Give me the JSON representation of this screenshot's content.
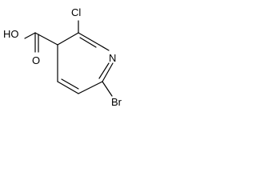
{
  "structure": {
    "atoms": {
      "hydroxyl": "HO",
      "carbonyl_oxygen": "O",
      "chlorine": "Cl",
      "nitrogen": "N",
      "bromine": "Br"
    }
  }
}
